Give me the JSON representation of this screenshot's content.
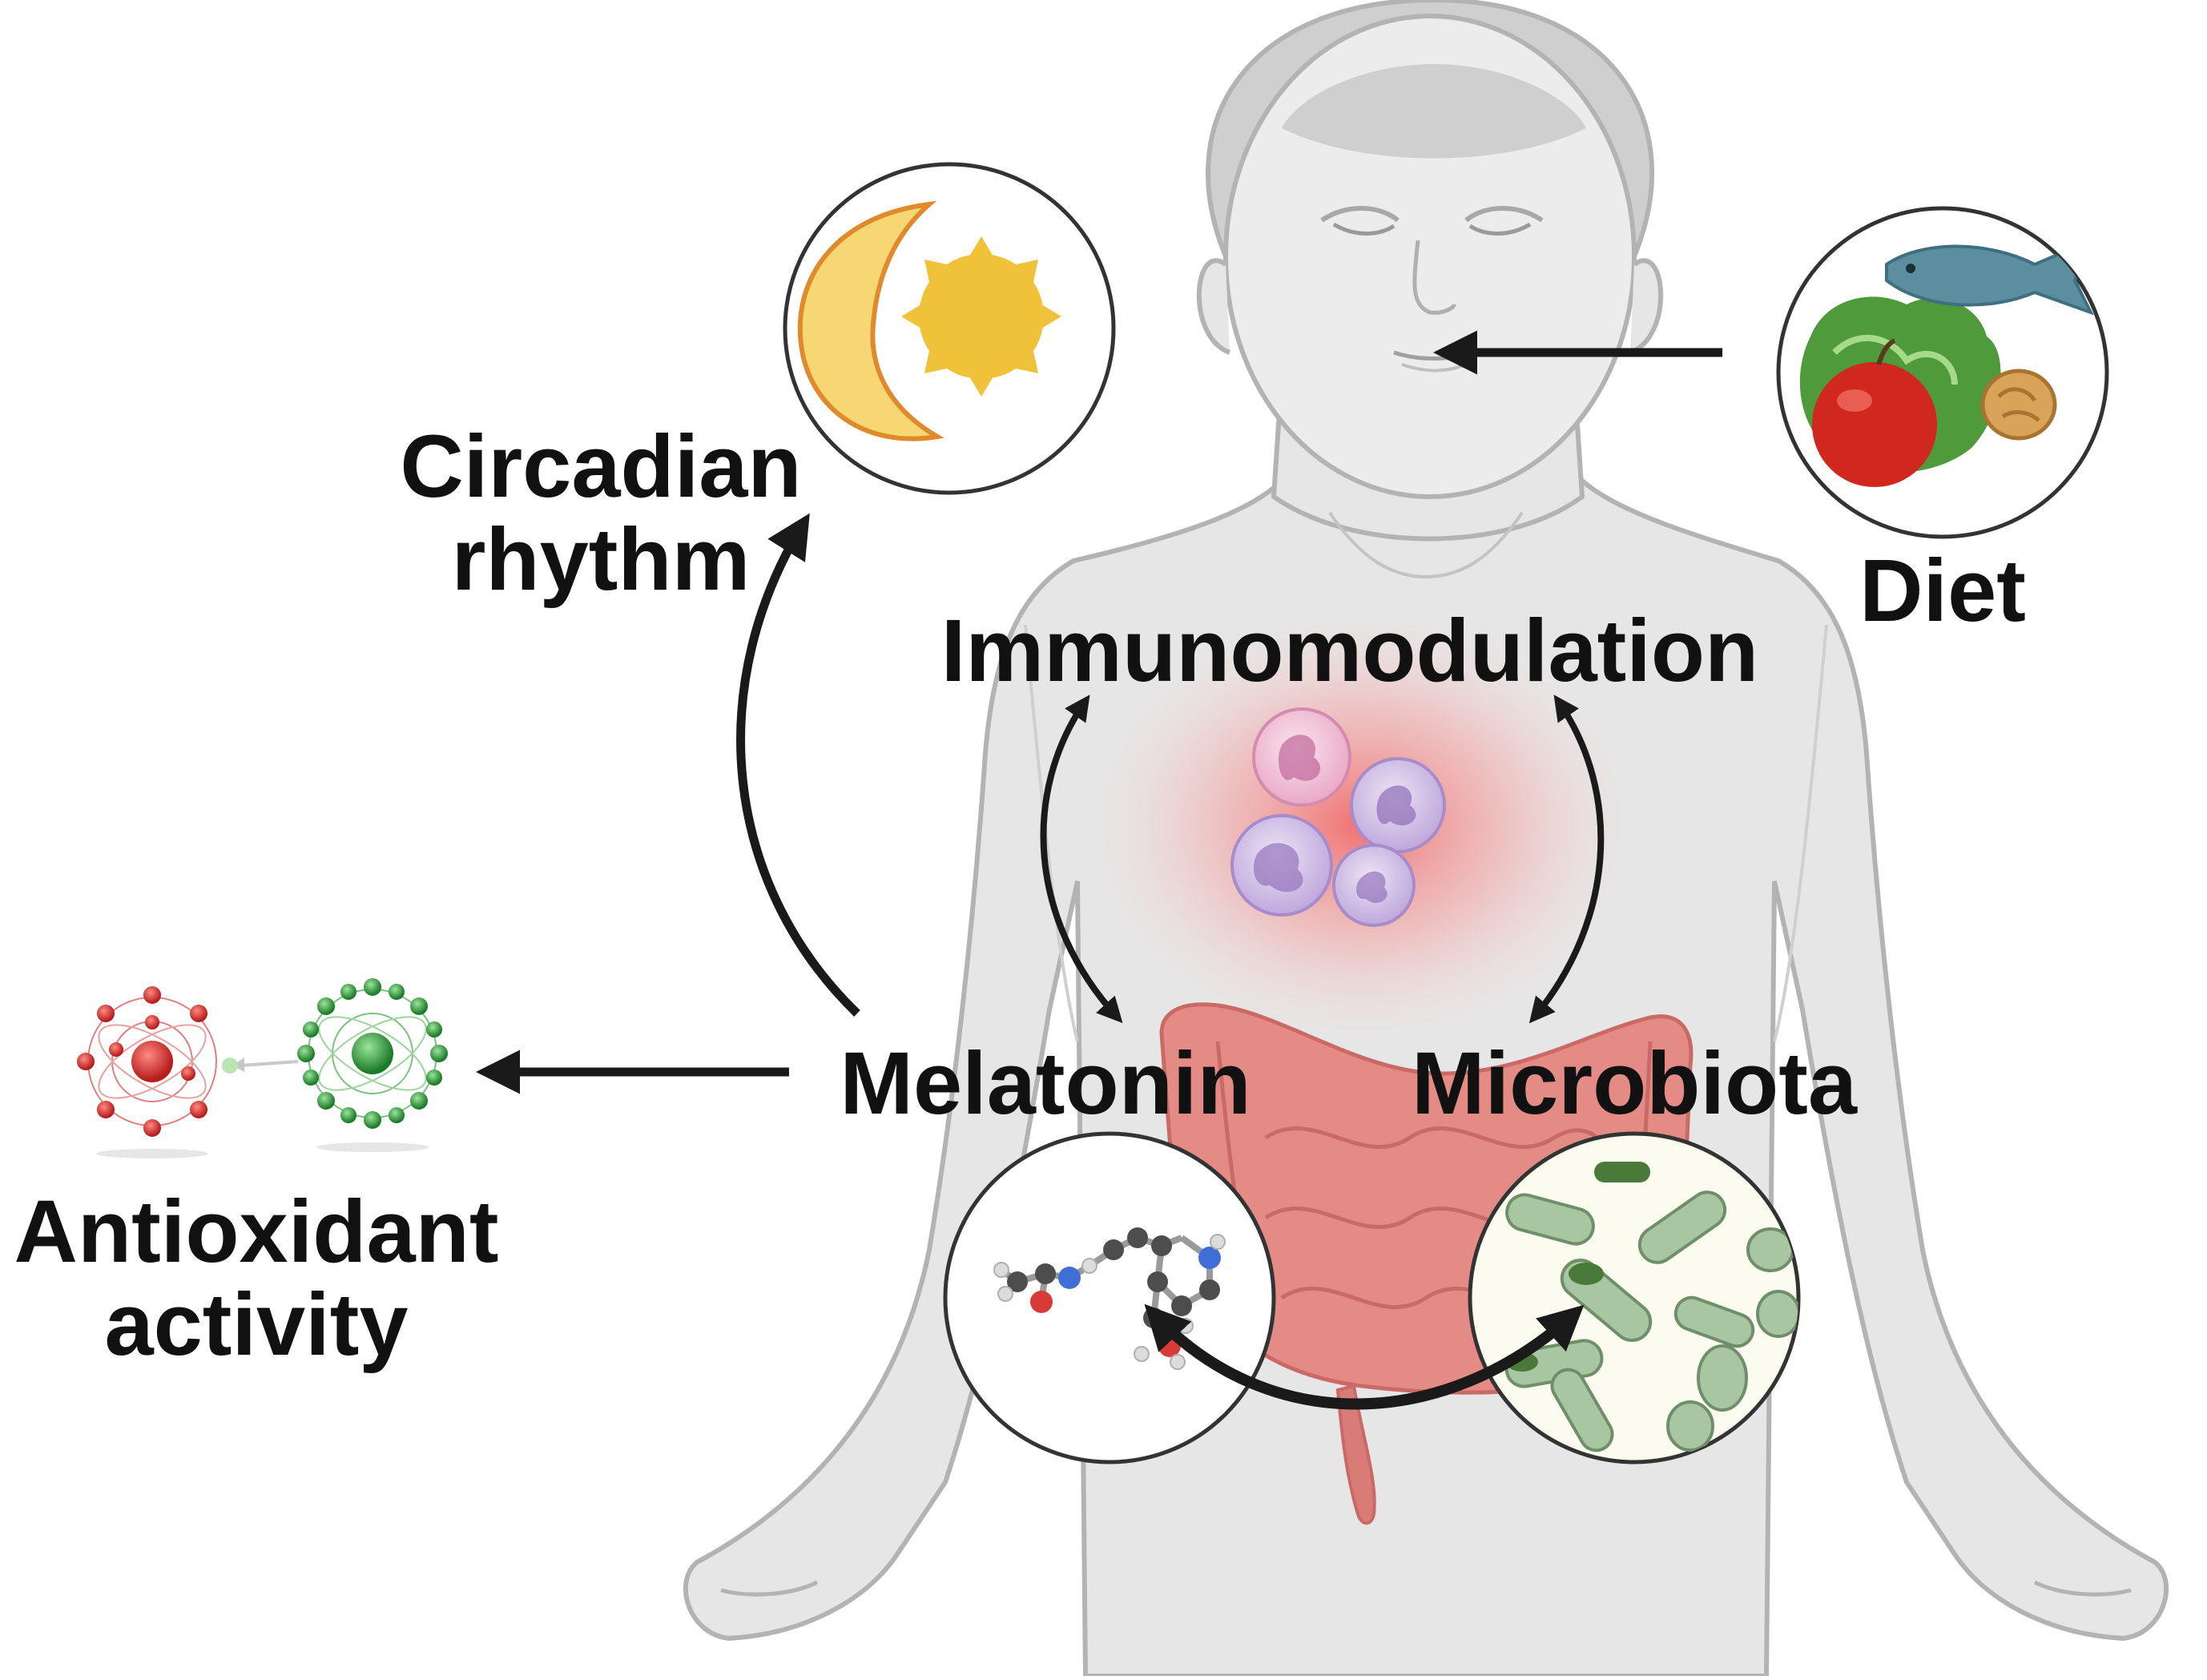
{
  "labels": {
    "circadian_line1": "Circadian",
    "circadian_line2": "rhythm",
    "diet": "Diet",
    "immunomodulation": "Immunomodulation",
    "melatonin": "Melatonin",
    "microbiota": "Microbiota",
    "antioxidant_line1": "Antioxidant",
    "antioxidant_line2": "activity"
  },
  "colors": {
    "body_fill": "#e6e6e6",
    "body_outline": "#b3b3b3",
    "arrow": "#1a1a1a",
    "inflammation": "#f47c7c",
    "gut": "#e58b86",
    "sun": "#f0c23a",
    "moon": "#f7d774",
    "bacteria": "#a9c6a3",
    "oxidant_red": "#c62828",
    "antioxidant_green": "#2e9a3a"
  },
  "icons": {
    "circadian": "sun-moon-icon",
    "diet": "food-icon",
    "melatonin": "molecule-icon",
    "microbiota": "bacteria-icon",
    "immune": "immune-cells-icon",
    "antioxidant": "atom-icon"
  }
}
